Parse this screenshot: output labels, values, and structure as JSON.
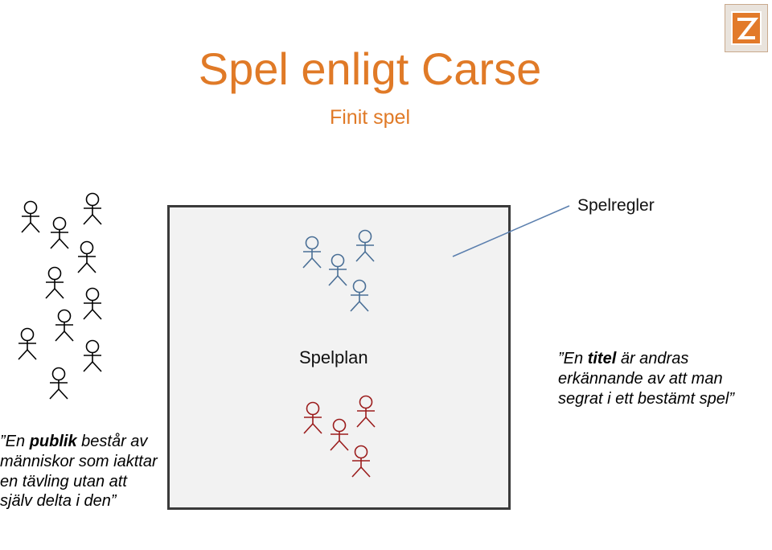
{
  "title": "Spel enligt Carse",
  "subtitle": "Finit spel",
  "labels": {
    "field": "Spelplan",
    "rules": "Spelregler"
  },
  "audience": {
    "q_open": "”",
    "pre": "En ",
    "strong": "publik",
    "post": " består av människor som iakttar en tävling utan att själv delta i den",
    "q_close": "”"
  },
  "title_note": {
    "q_open": "”",
    "pre": "En ",
    "strong": "titel",
    "post": " är andras erkännande av att man segrat i ett bestämt spel",
    "q_close": "”"
  },
  "colors": {
    "accent": "#e07a27",
    "audience": "#000000",
    "players_blue": "#4a6f96",
    "players_red": "#9b1c1c",
    "connector": "#5b7fae"
  },
  "icons": {
    "logo": "z-logo-icon",
    "person": "stick-figure-icon"
  }
}
